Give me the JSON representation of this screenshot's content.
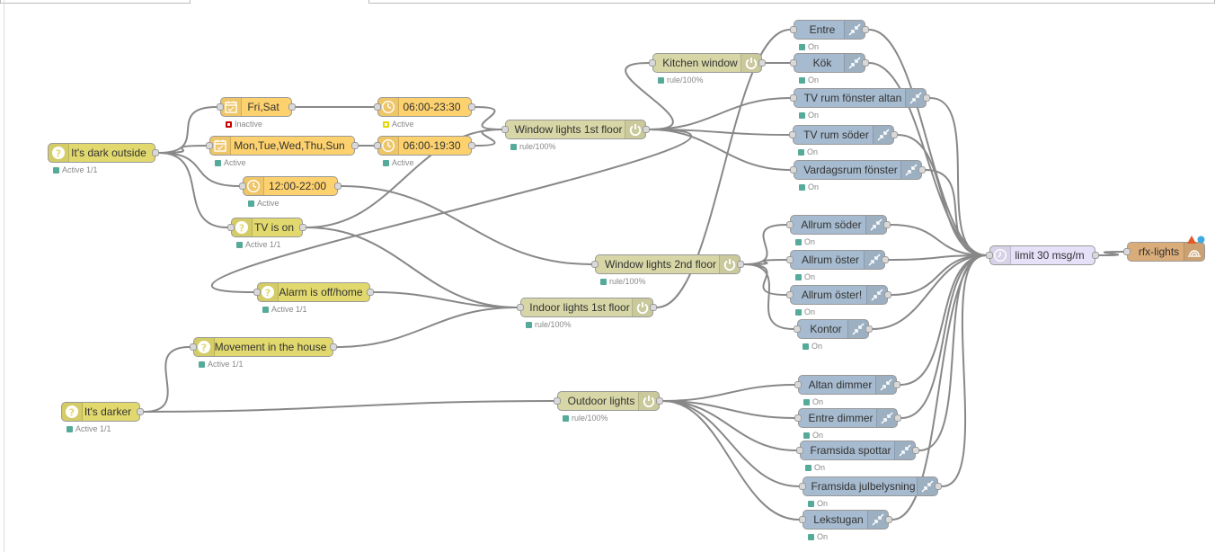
{
  "colors": {
    "switch": "#e2d96e",
    "schedule": "#fdd26e",
    "rule": "#d6d6a6",
    "light": "#a6bbcf",
    "delay": "#e6e0f8",
    "rfx": "#d9ac7a",
    "wire": "#888888",
    "status_green": "#55aa99"
  },
  "nodes": {
    "its_dark_outside": {
      "label": "It's dark outside",
      "status": "Active 1/1",
      "icon": "question-icon"
    },
    "its_darker": {
      "label": "It's darker",
      "status": "Active 1/1",
      "icon": "question-icon"
    },
    "fri_sat": {
      "label": "Fri,Sat",
      "status": "Inactive",
      "icon": "calendar-icon"
    },
    "mon_sun": {
      "label": "Mon,Tue,Wed,Thu,Sun",
      "status": "Active",
      "icon": "calendar-icon"
    },
    "t_0600_2330": {
      "label": "06:00-23:30",
      "status": "Active",
      "icon": "clock-icon"
    },
    "t_0600_1930": {
      "label": "06:00-19:30",
      "status": "Active",
      "icon": "clock-icon"
    },
    "t_1200_2200": {
      "label": "12:00-22:00",
      "status": "Active",
      "icon": "clock-icon"
    },
    "tv_is_on": {
      "label": "TV is on",
      "status": "Active 1/1",
      "icon": "question-icon"
    },
    "alarm_off": {
      "label": "Alarm is off/home",
      "status": "Active 1/1",
      "icon": "question-icon"
    },
    "movement": {
      "label": "Movement in the house",
      "status": "Active 1/1",
      "icon": "question-icon"
    },
    "window_1st": {
      "label": "Window lights 1st floor",
      "status": "rule/100%",
      "icon": "power-icon"
    },
    "kitchen_window": {
      "label": "Kitchen window",
      "status": "rule/100%",
      "icon": "power-icon"
    },
    "window_2nd": {
      "label": "Window lights 2nd floor",
      "status": "rule/100%",
      "icon": "power-icon"
    },
    "indoor_1st": {
      "label": "Indoor lights 1st floor",
      "status": "rule/100%",
      "icon": "power-icon"
    },
    "outdoor": {
      "label": "Outdoor lights",
      "status": "rule/100%",
      "icon": "power-icon"
    },
    "entre": {
      "label": "Entre",
      "status": "On",
      "icon": "compress-icon"
    },
    "kok": {
      "label": "Kök",
      "status": "On",
      "icon": "compress-icon"
    },
    "tv_altan": {
      "label": "TV rum fönster altan",
      "status": "On",
      "icon": "compress-icon"
    },
    "tv_soder": {
      "label": "TV rum söder",
      "status": "On",
      "icon": "compress-icon"
    },
    "vardagsrum": {
      "label": "Vardagsrum fönster",
      "status": "On",
      "icon": "compress-icon"
    },
    "allrum_soder": {
      "label": "Allrum söder",
      "status": "On",
      "icon": "compress-icon"
    },
    "allrum_oster": {
      "label": "Allrum öster",
      "status": "On",
      "icon": "compress-icon"
    },
    "allrum_oster2": {
      "label": "Allrum öster!",
      "status": "On",
      "icon": "compress-icon"
    },
    "kontor": {
      "label": "Kontor",
      "status": "On",
      "icon": "compress-icon"
    },
    "altan_dimmer": {
      "label": "Altan dimmer",
      "status": "On",
      "icon": "compress-icon"
    },
    "entre_dimmer": {
      "label": "Entre dimmer",
      "status": "On",
      "icon": "compress-icon"
    },
    "framsida_spottar": {
      "label": "Framsida spottar",
      "status": "On",
      "icon": "compress-icon"
    },
    "framsida_jul": {
      "label": "Framsida julbelysning",
      "status": "On",
      "icon": "compress-icon"
    },
    "lekstugan": {
      "label": "Lekstugan",
      "status": "On",
      "icon": "compress-icon"
    },
    "limit": {
      "label": "limit 30 msg/m",
      "icon": "timer-icon"
    },
    "rfx": {
      "label": "rfx-lights",
      "icon": "antenna-icon"
    }
  },
  "edges": [
    [
      "its_dark_outside",
      "fri_sat"
    ],
    [
      "its_dark_outside",
      "mon_sun"
    ],
    [
      "its_dark_outside",
      "t_1200_2200"
    ],
    [
      "its_dark_outside",
      "tv_is_on"
    ],
    [
      "fri_sat",
      "t_0600_2330"
    ],
    [
      "mon_sun",
      "t_0600_1930"
    ],
    [
      "t_0600_2330",
      "window_1st"
    ],
    [
      "t_0600_1930",
      "window_1st"
    ],
    [
      "t_1200_2200",
      "window_2nd"
    ],
    [
      "tv_is_on",
      "window_1st"
    ],
    [
      "tv_is_on",
      "indoor_1st"
    ],
    [
      "window_1st",
      "kitchen_window"
    ],
    [
      "window_1st",
      "tv_altan"
    ],
    [
      "window_1st",
      "tv_soder"
    ],
    [
      "window_1st",
      "vardagsrum"
    ],
    [
      "window_1st",
      "alarm_off"
    ],
    [
      "kitchen_window",
      "kok"
    ],
    [
      "alarm_off",
      "indoor_1st"
    ],
    [
      "movement",
      "indoor_1st"
    ],
    [
      "indoor_1st",
      "entre"
    ],
    [
      "window_2nd",
      "allrum_soder"
    ],
    [
      "window_2nd",
      "allrum_oster"
    ],
    [
      "window_2nd",
      "allrum_oster2"
    ],
    [
      "window_2nd",
      "kontor"
    ],
    [
      "its_darker",
      "movement"
    ],
    [
      "its_darker",
      "outdoor"
    ],
    [
      "outdoor",
      "altan_dimmer"
    ],
    [
      "outdoor",
      "entre_dimmer"
    ],
    [
      "outdoor",
      "framsida_spottar"
    ],
    [
      "outdoor",
      "framsida_jul"
    ],
    [
      "outdoor",
      "lekstugan"
    ],
    [
      "entre",
      "limit"
    ],
    [
      "kok",
      "limit"
    ],
    [
      "tv_altan",
      "limit"
    ],
    [
      "tv_soder",
      "limit"
    ],
    [
      "vardagsrum",
      "limit"
    ],
    [
      "allrum_soder",
      "limit"
    ],
    [
      "allrum_oster",
      "limit"
    ],
    [
      "allrum_oster2",
      "limit"
    ],
    [
      "kontor",
      "limit"
    ],
    [
      "altan_dimmer",
      "limit"
    ],
    [
      "entre_dimmer",
      "limit"
    ],
    [
      "framsida_spottar",
      "limit"
    ],
    [
      "framsida_jul",
      "limit"
    ],
    [
      "lekstugan",
      "limit"
    ],
    [
      "limit",
      "rfx"
    ]
  ]
}
